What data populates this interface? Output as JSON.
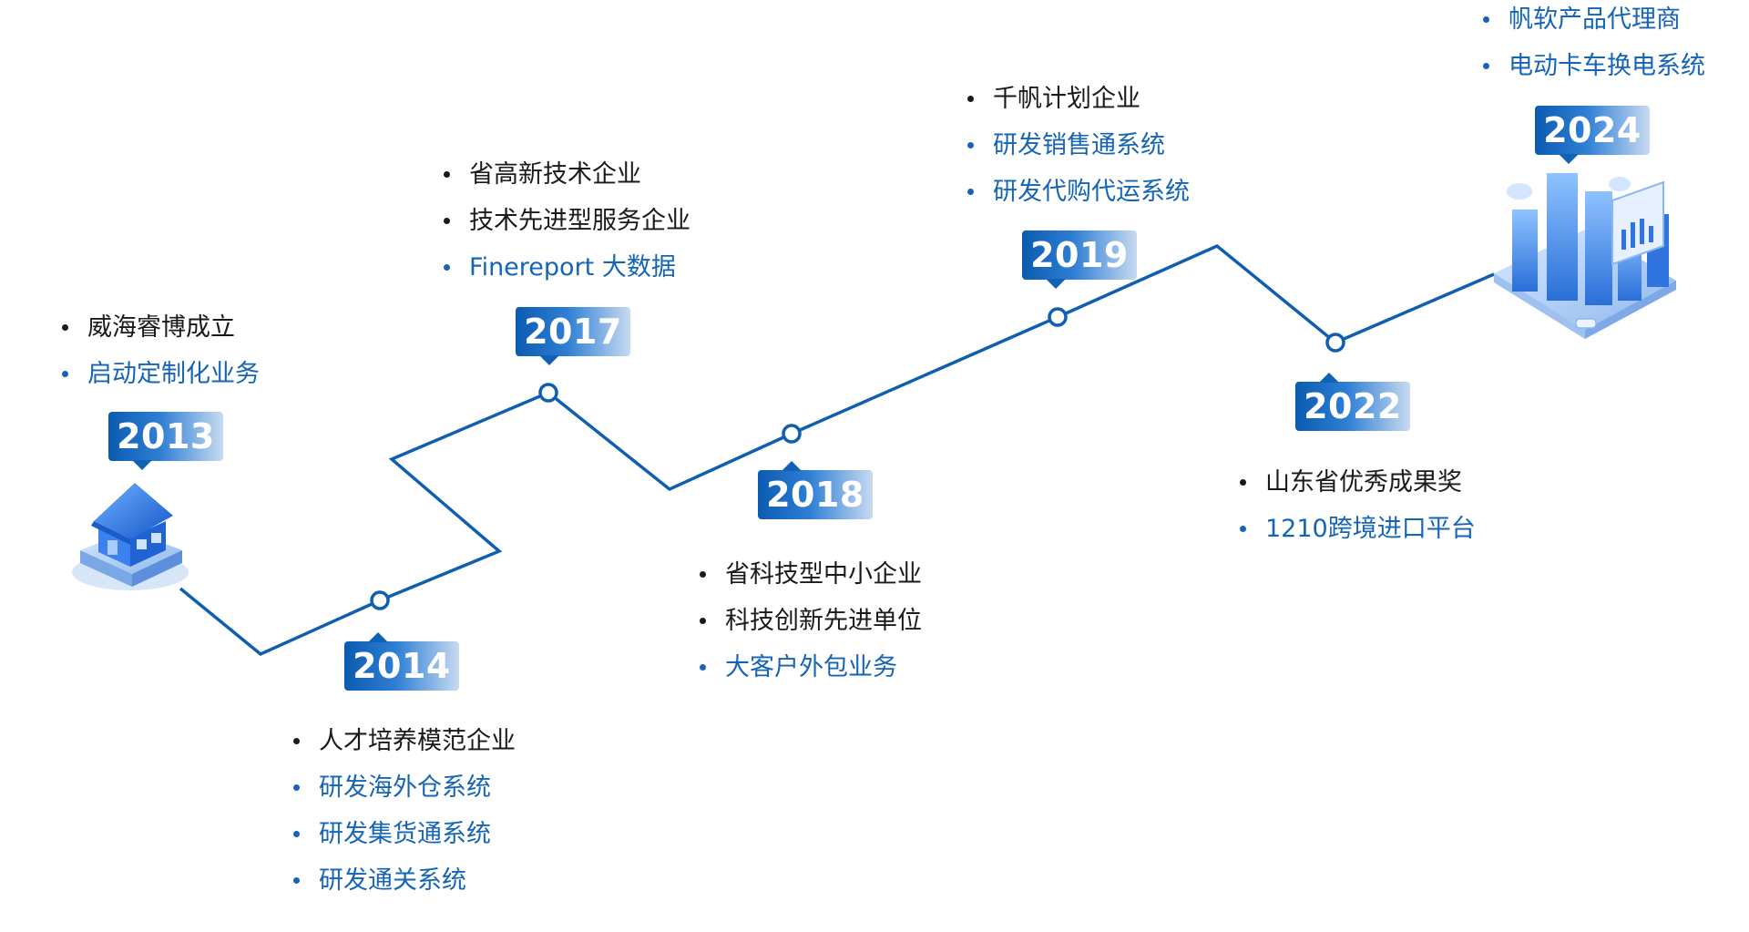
{
  "accent_color": "#0f5eaf",
  "milestones": [
    {
      "year": "2013",
      "items": [
        {
          "text": "威海睿博成立",
          "color": "black"
        },
        {
          "text": "启动定制化业务",
          "color": "blue"
        }
      ]
    },
    {
      "year": "2014",
      "items": [
        {
          "text": "人才培养模范企业",
          "color": "black"
        },
        {
          "text": "研发海外仓系统",
          "color": "blue"
        },
        {
          "text": "研发集货通系统",
          "color": "blue"
        },
        {
          "text": "研发通关系统",
          "color": "blue"
        }
      ]
    },
    {
      "year": "2017",
      "items": [
        {
          "text": "省高新技术企业",
          "color": "black"
        },
        {
          "text": "技术先进型服务企业",
          "color": "black"
        },
        {
          "text": "Finereport 大数据",
          "color": "blue"
        }
      ]
    },
    {
      "year": "2018",
      "items": [
        {
          "text": "省科技型中小企业",
          "color": "black"
        },
        {
          "text": "科技创新先进单位",
          "color": "black"
        },
        {
          "text": "大客户外包业务",
          "color": "blue"
        }
      ]
    },
    {
      "year": "2019",
      "items": [
        {
          "text": "千帆计划企业",
          "color": "black"
        },
        {
          "text": "研发销售通系统",
          "color": "blue"
        },
        {
          "text": "研发代购代运系统",
          "color": "blue"
        }
      ]
    },
    {
      "year": "2022",
      "items": [
        {
          "text": "山东省优秀成果奖",
          "color": "black"
        },
        {
          "text": "1210跨境进口平台",
          "color": "blue"
        }
      ]
    },
    {
      "year": "2024",
      "items": [
        {
          "text": "帆软产品代理商",
          "color": "blue"
        },
        {
          "text": "电动卡车换电系统",
          "color": "blue"
        }
      ]
    }
  ]
}
